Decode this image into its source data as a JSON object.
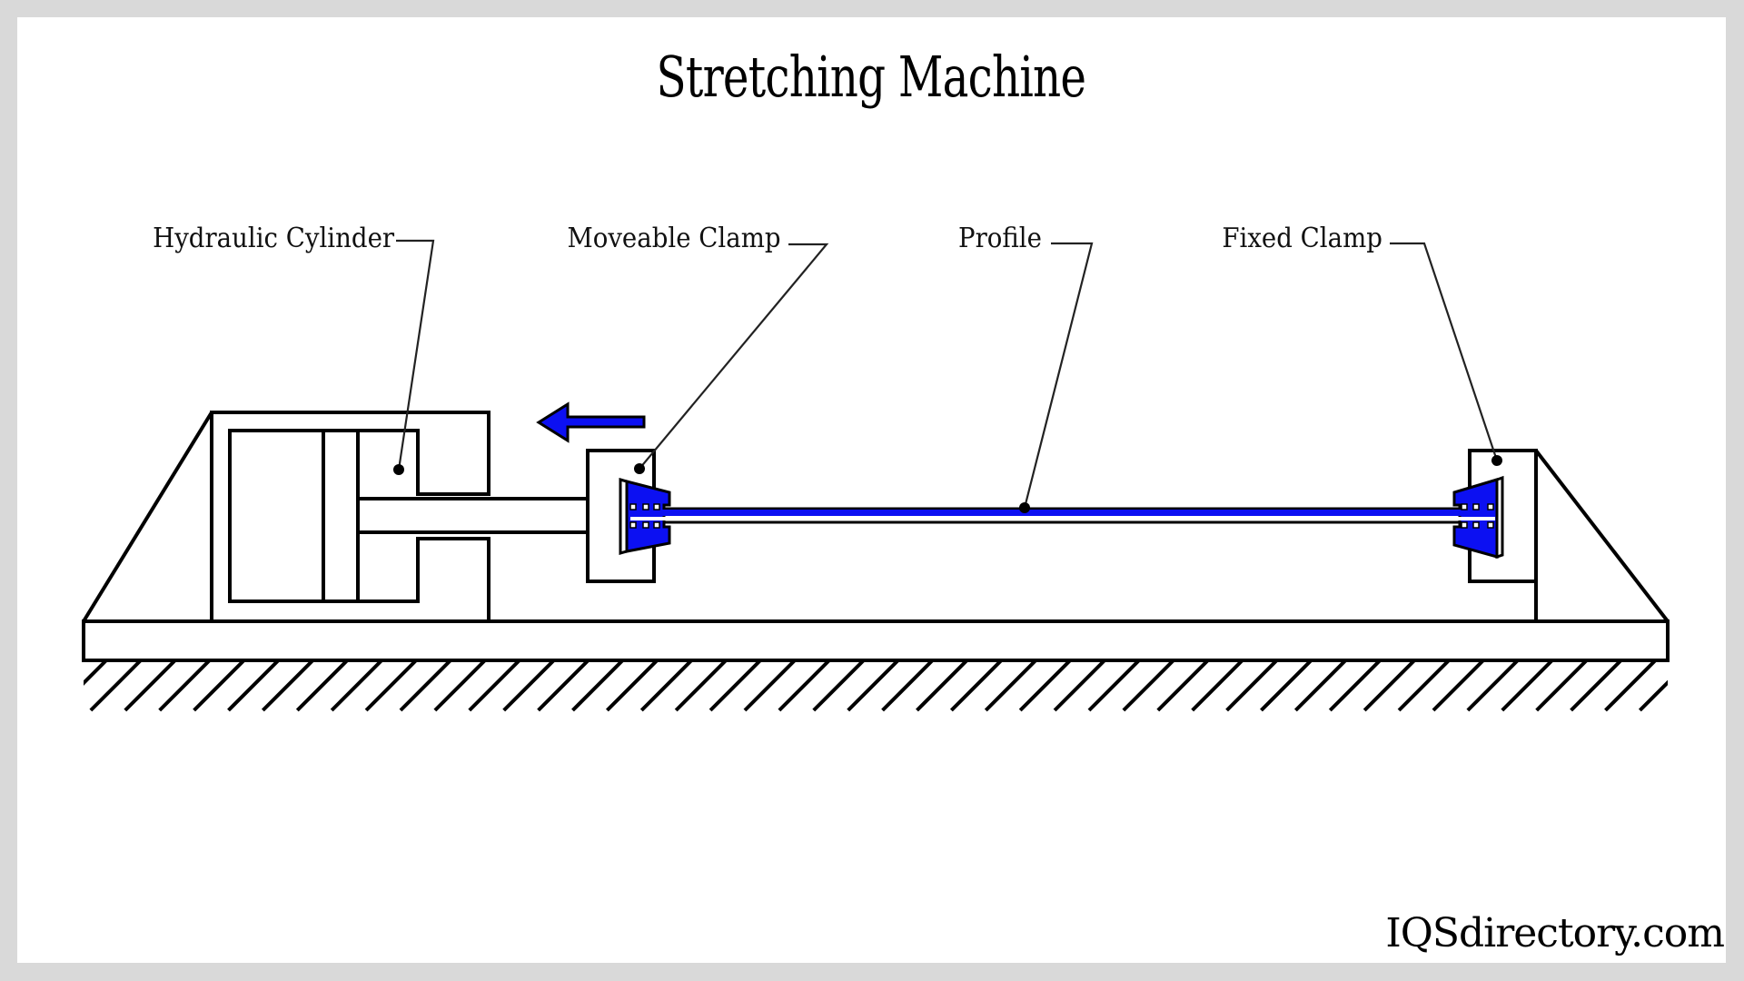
{
  "title": "Stretching Machine",
  "labels": {
    "hydraulic_cylinder": "Hydraulic Cylinder",
    "moveable_clamp": "Moveable Clamp",
    "profile": "Profile",
    "fixed_clamp": "Fixed Clamp"
  },
  "motion_direction": "left",
  "footer": "IQSdirectory.com",
  "colors": {
    "background": "#d9d9d9",
    "panel": "#ffffff",
    "line": "#000000",
    "accent_blue": "#0c10f2"
  }
}
